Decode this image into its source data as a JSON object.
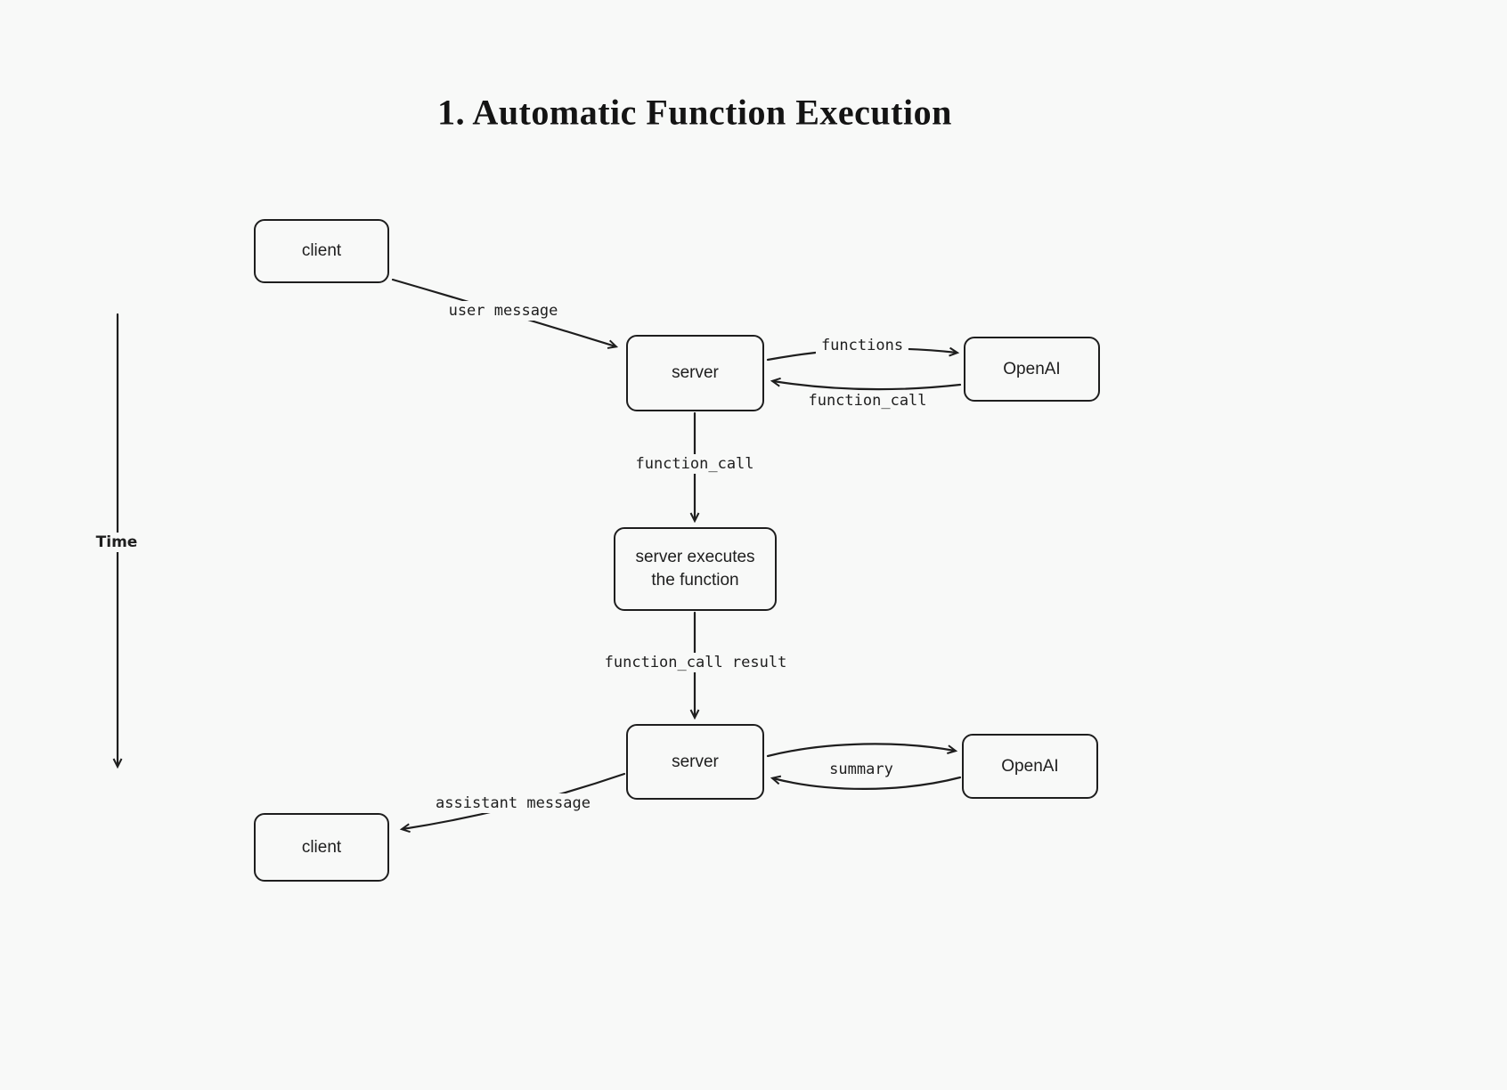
{
  "title": "1. Automatic Function Execution",
  "time_label": "Time",
  "nodes": {
    "client_top": "client",
    "server_top": "server",
    "openai_top": "OpenAI",
    "server_exec": "server executes\nthe function",
    "server_bottom": "server",
    "openai_bottom": "OpenAI",
    "client_bottom": "client"
  },
  "edges": {
    "user_message": "user message",
    "functions": "functions",
    "function_call_return": "function_call",
    "function_call_down": "function_call",
    "function_call_result": "function_call result",
    "summary": "summary",
    "assistant_message": "assistant message"
  },
  "colors": {
    "stroke": "#1e1e1e",
    "background": "#f8f9f8"
  }
}
